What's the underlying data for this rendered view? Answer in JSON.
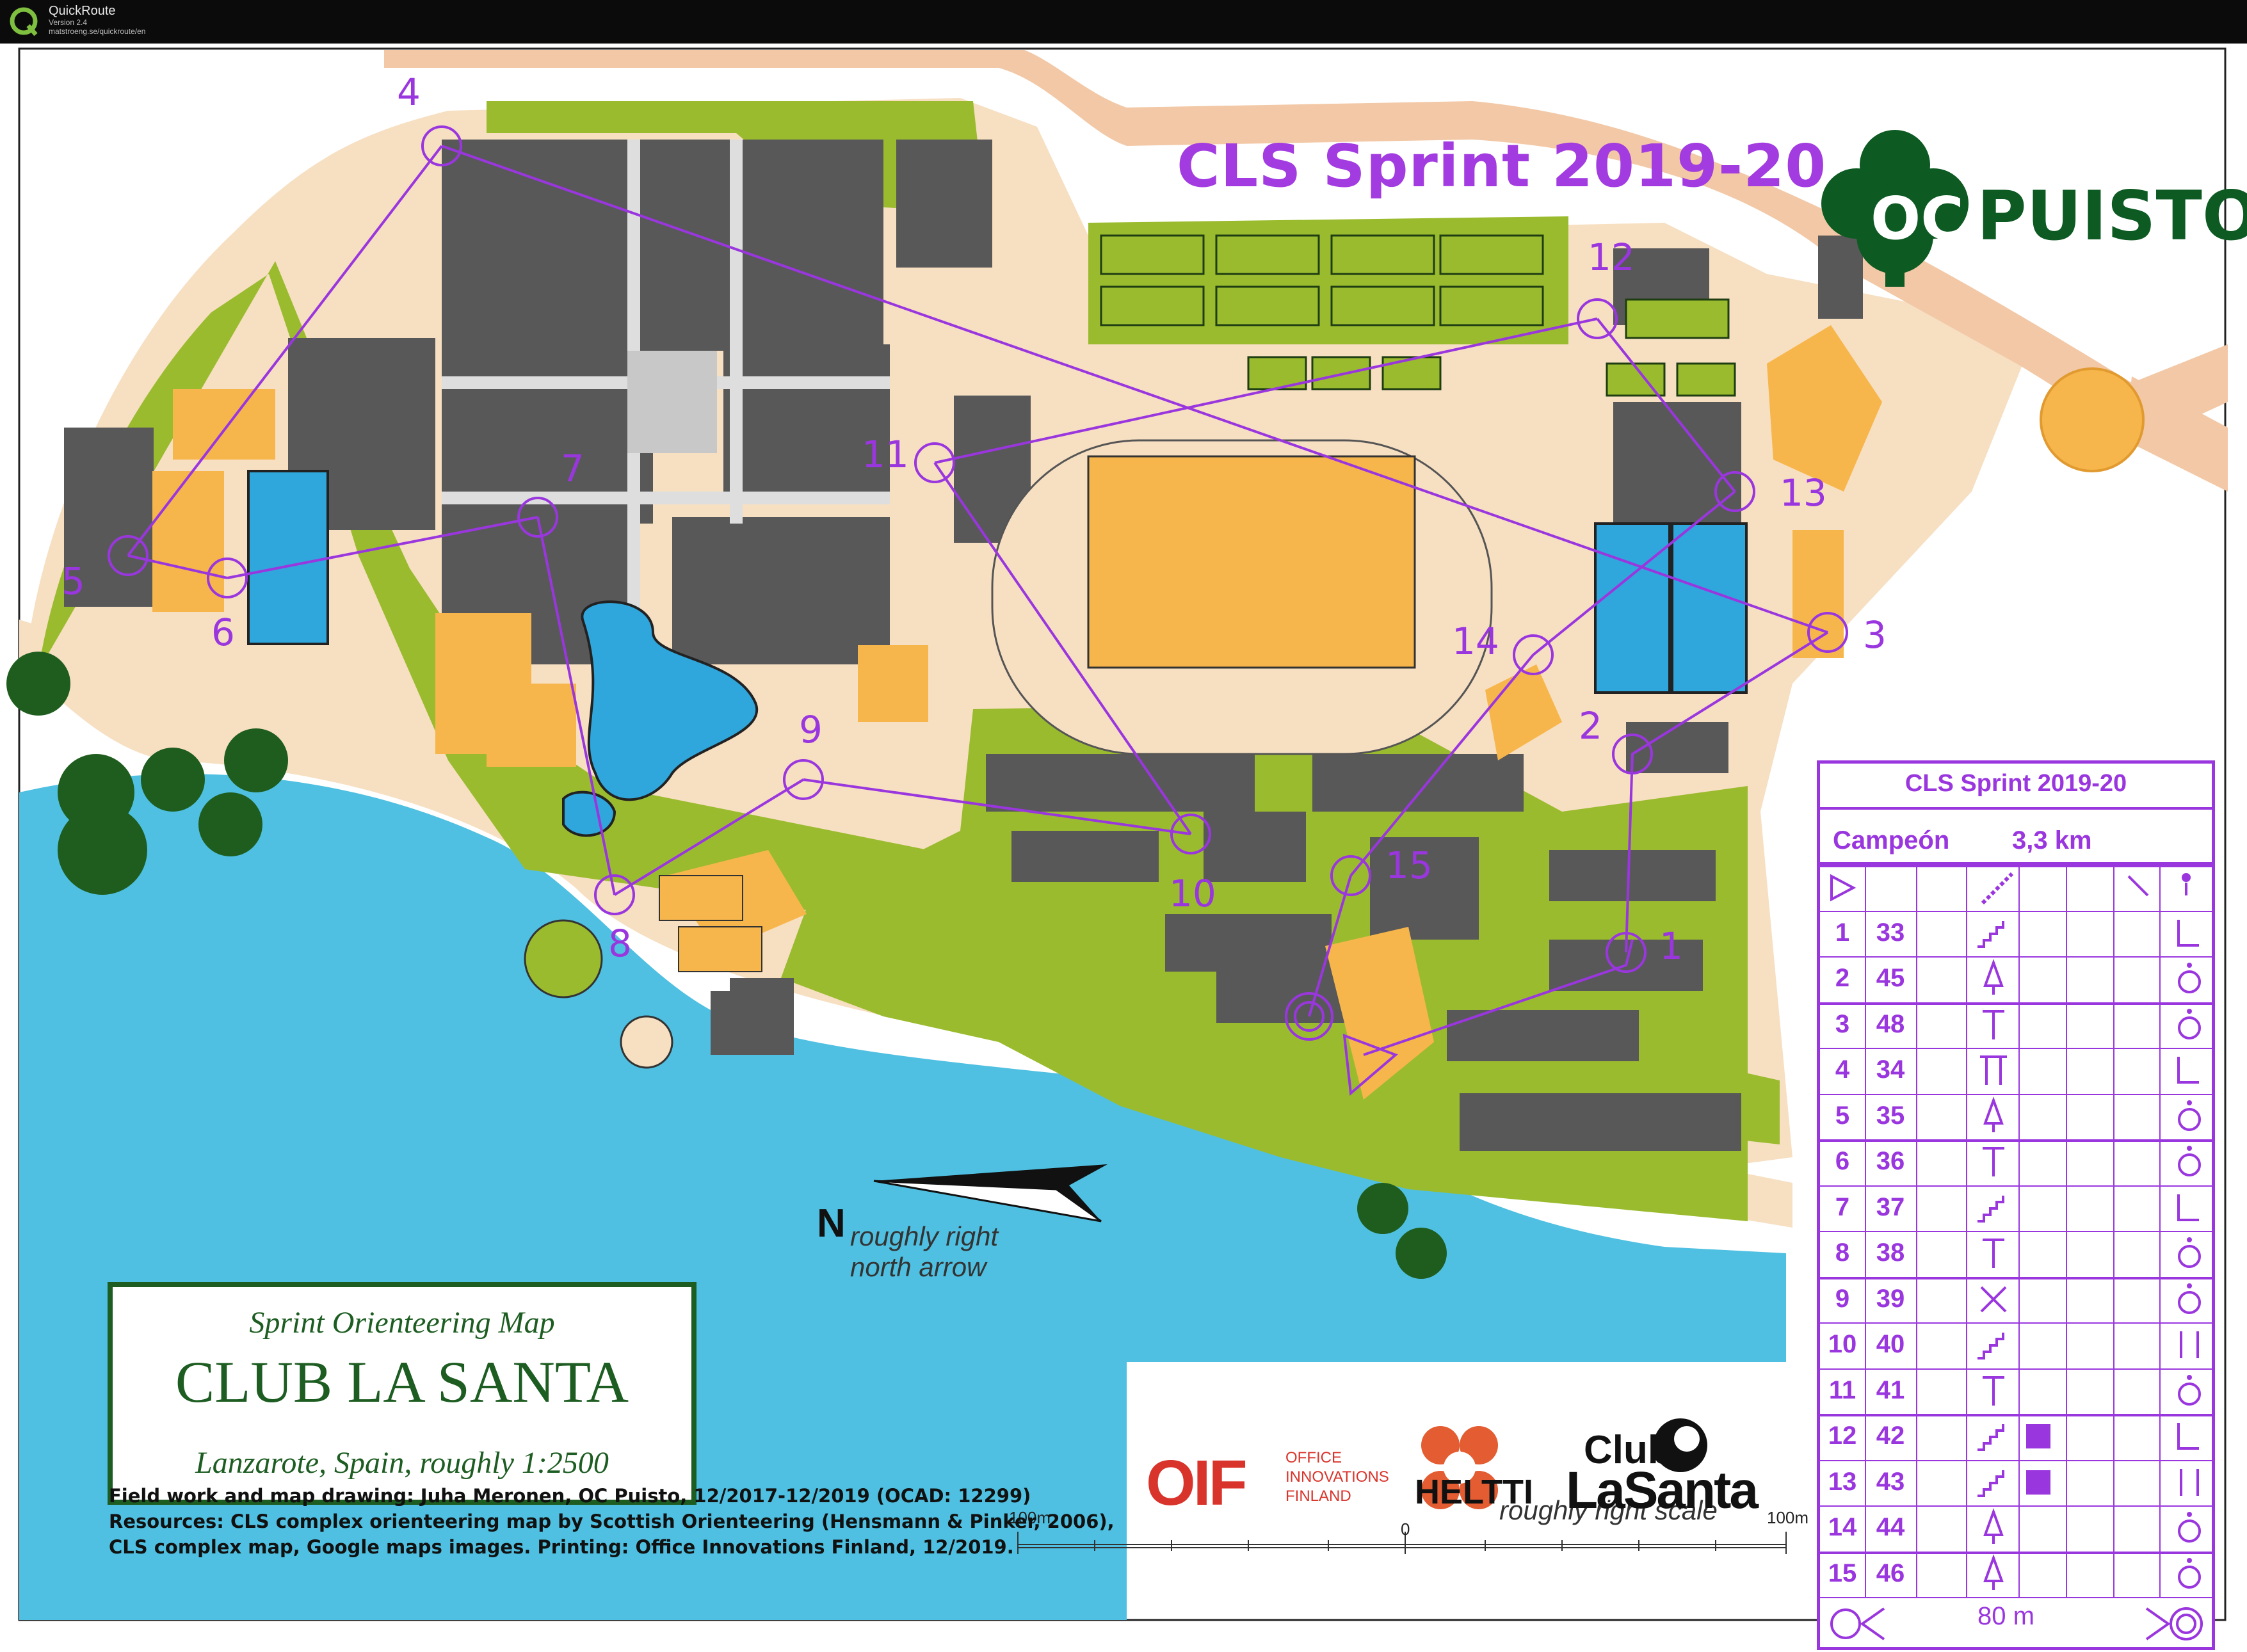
{
  "window": {
    "app_name": "QuickRoute",
    "app_version": "Version 2.4",
    "app_url": "matstroeng.se/quickroute/en"
  },
  "map": {
    "title": "CLS Sprint 2019-20",
    "club_logo_text": "PUISTO",
    "club_logo_badge": "OC",
    "controls": [
      {
        "label": "1"
      },
      {
        "label": "2"
      },
      {
        "label": "3"
      },
      {
        "label": "4"
      },
      {
        "label": "5"
      },
      {
        "label": "6"
      },
      {
        "label": "7"
      },
      {
        "label": "8"
      },
      {
        "label": "9"
      },
      {
        "label": "10"
      },
      {
        "label": "11"
      },
      {
        "label": "12"
      },
      {
        "label": "13"
      },
      {
        "label": "14"
      },
      {
        "label": "15"
      }
    ],
    "north_label": "N",
    "north_caption_1": "roughly right",
    "north_caption_2": "north arrow",
    "scale_caption": "roughly right scale",
    "scale_left": "100m",
    "scale_mid": "0",
    "scale_right": "100m",
    "colors": {
      "water": "#4fc0e1",
      "sand": "#f7dfc2",
      "green": "#9bbb2f",
      "building": "#585858",
      "open": "#f7b64b",
      "course": "#9a36de",
      "road": "#f2c8a6"
    }
  },
  "info": {
    "subtitle": "Sprint Orienteering Map",
    "name": "CLUB LA SANTA",
    "location": "Lanzarote, Spain, roughly 1:2500",
    "credits": [
      "Field work and map drawing: Juha Meronen, OC Puisto, 12/2017-12/2019 (OCAD: 12299)",
      "Resources: CLS complex orienteering map by Scottish Orienteering (Hensmann & Pinker, 2006),",
      "CLS complex map, Google maps images. Printing: Office Innovations Finland, 12/2019."
    ]
  },
  "sponsors": {
    "oif_mark": "OIF",
    "oif_lines": [
      "OFFICE",
      "INNOVATIONS",
      "FINLAND"
    ],
    "heltti": "HELTTI",
    "cls_club": "Club",
    "cls_lasanta": "LaSanta"
  },
  "description": {
    "title": "CLS Sprint 2019-20",
    "class": "Campeón",
    "length": "3,3 km",
    "finish_distance": "80 m",
    "rows": [
      {
        "num": "1",
        "code": "33",
        "feature": "stairway",
        "detail": "foot"
      },
      {
        "num": "2",
        "code": "45",
        "feature": "tree",
        "detail": "side"
      },
      {
        "num": "3",
        "code": "48",
        "feature": "seat",
        "detail": "side-low"
      },
      {
        "num": "4",
        "code": "34",
        "feature": "bench",
        "detail": "corner"
      },
      {
        "num": "5",
        "code": "35",
        "feature": "tree",
        "detail": "west"
      },
      {
        "num": "6",
        "code": "36",
        "feature": "seat",
        "detail": "west"
      },
      {
        "num": "7",
        "code": "37",
        "feature": "stairway-up",
        "detail": "corner"
      },
      {
        "num": "8",
        "code": "38",
        "feature": "seat",
        "detail": "top"
      },
      {
        "num": "9",
        "code": "39",
        "feature": "cross",
        "detail": "top"
      },
      {
        "num": "10",
        "code": "40",
        "feature": "stairway",
        "detail": "between"
      },
      {
        "num": "11",
        "code": "41",
        "feature": "seat",
        "detail": "top"
      },
      {
        "num": "12",
        "code": "42",
        "feature": "stairway-up",
        "detail": "corner-r",
        "marked": true
      },
      {
        "num": "13",
        "code": "43",
        "feature": "stairway",
        "detail": "between",
        "marked": true
      },
      {
        "num": "14",
        "code": "44",
        "feature": "tree",
        "detail": "side"
      },
      {
        "num": "15",
        "code": "46",
        "feature": "tree",
        "detail": "top"
      }
    ]
  }
}
